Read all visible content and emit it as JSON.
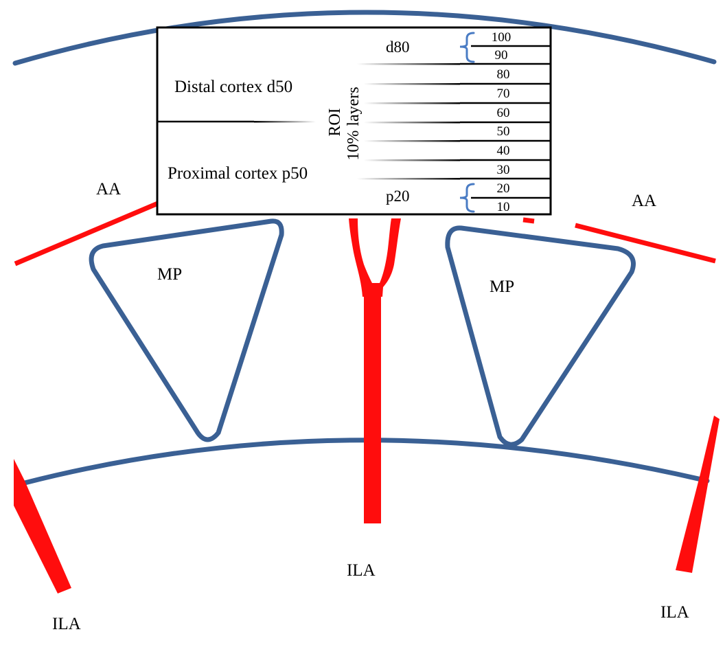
{
  "labels": {
    "distal": "Distal cortex d50",
    "proximal": "Proximal cortex p50",
    "roi_line1": "ROI",
    "roi_line2": "10% layers",
    "d80": "d80",
    "p20": "p20",
    "aa": "AA",
    "mp": "MP",
    "ila": "ILA"
  },
  "layers": [
    "100",
    "90",
    "80",
    "70",
    "60",
    "50",
    "40",
    "30",
    "20",
    "10"
  ],
  "colors": {
    "vessel_red": "#ff0d0d",
    "outline_blue": "#3a6094",
    "brace_blue": "#4a7cc4"
  }
}
